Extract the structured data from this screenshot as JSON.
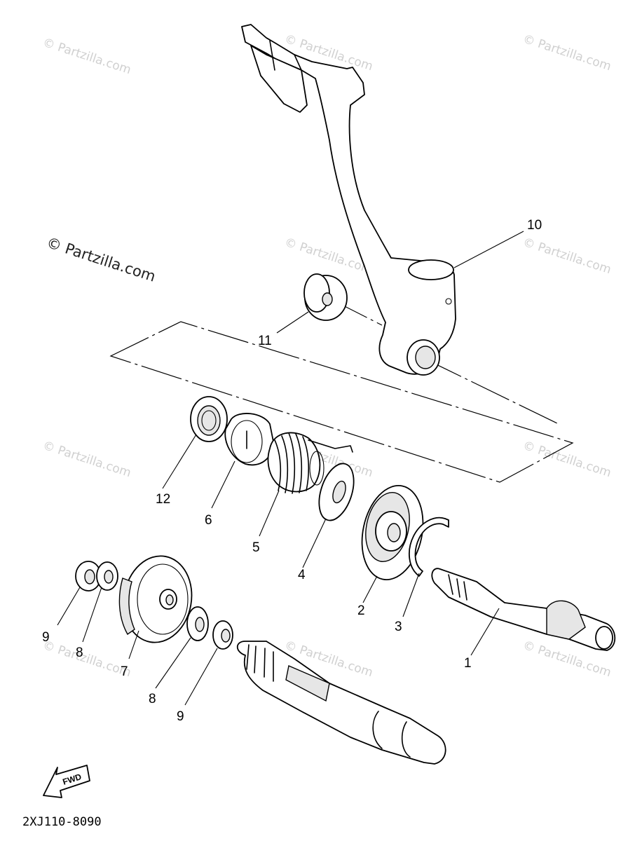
{
  "watermarks": {
    "primary": "© Partzilla.com",
    "repeat": "© Partzilla.com"
  },
  "labels": {
    "p1": "1",
    "p2": "2",
    "p3": "3",
    "p4": "4",
    "p5": "5",
    "p6": "6",
    "p7": "7",
    "p8a": "8",
    "p8b": "8",
    "p9a": "9",
    "p9b": "9",
    "p10": "10",
    "p11": "11",
    "p12": "12"
  },
  "fwd_badge": "FWD",
  "diagram_code": "2XJ110-8090"
}
